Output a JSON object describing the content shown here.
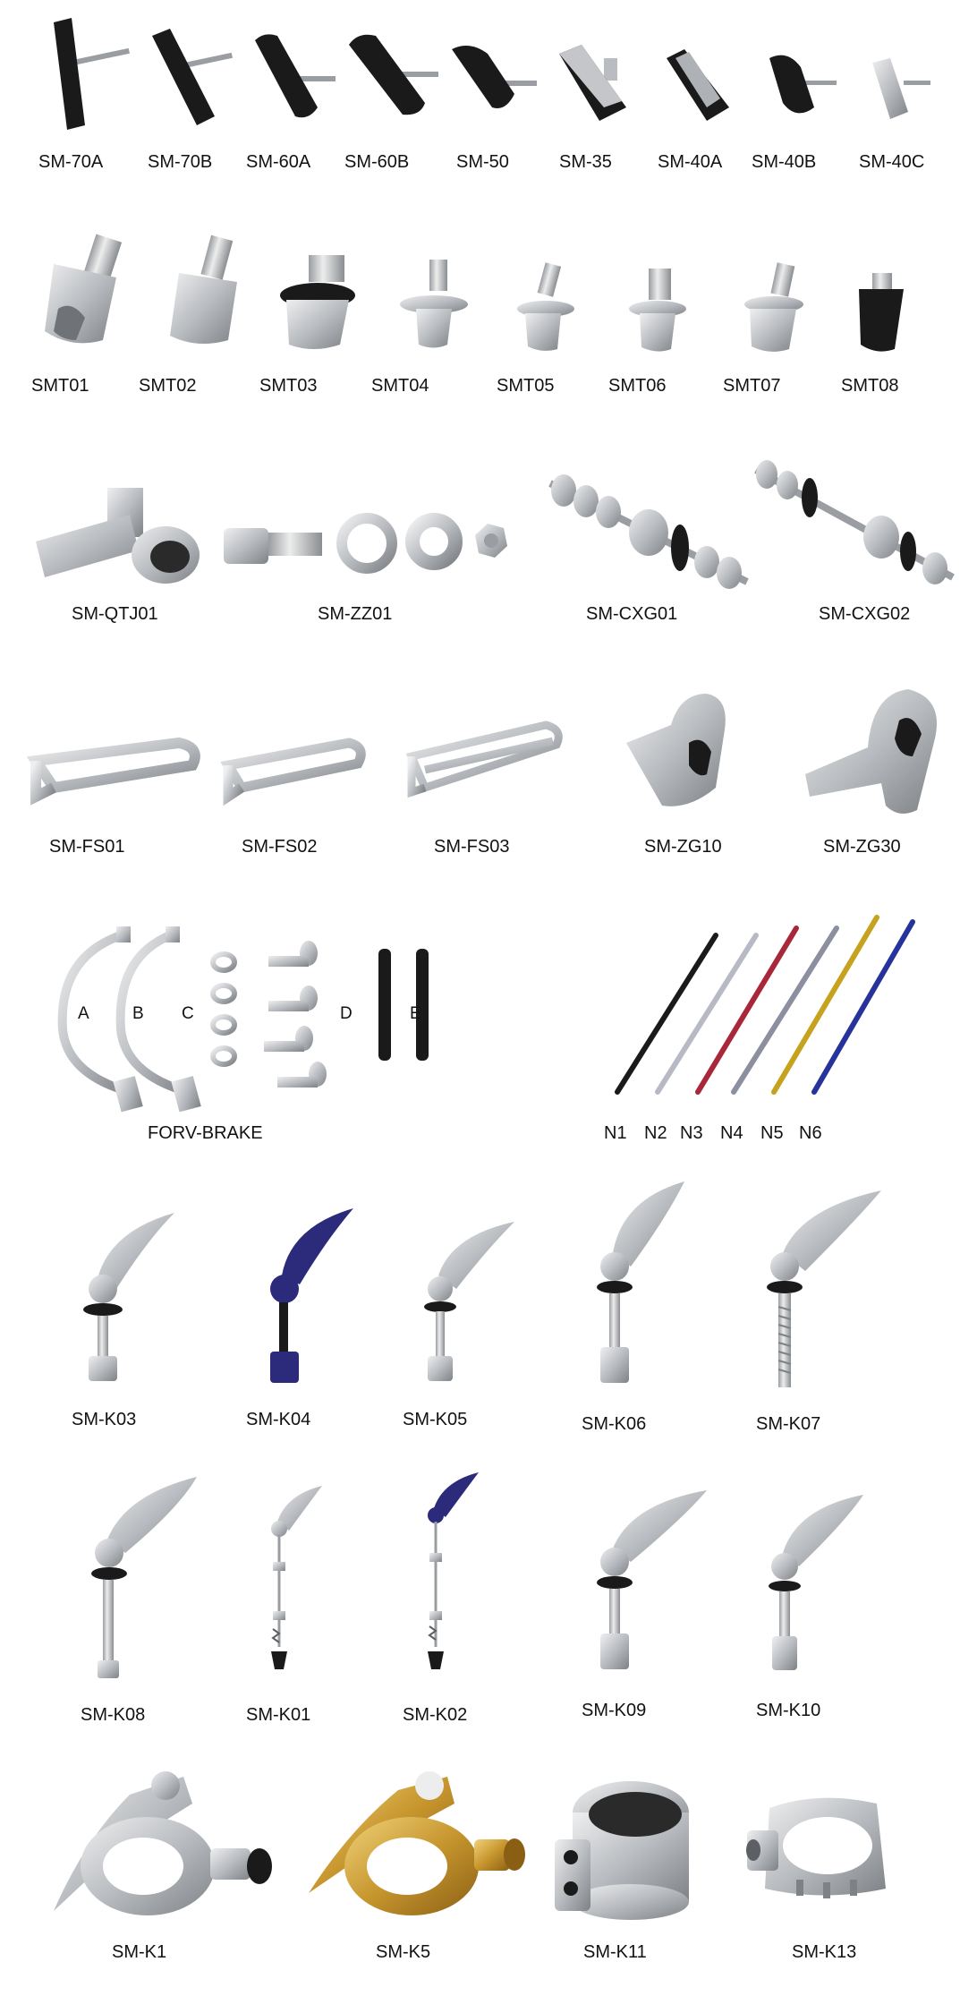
{
  "colors": {
    "metal": "#c4c6c9",
    "metal_dark": "#8b8e92",
    "metal_light": "#e9eaeb",
    "rubber": "#1a1a1a",
    "purple": "#2c2a7a",
    "gold": "#c7962e",
    "red": "#a8283a",
    "yellow": "#c7a21f",
    "blue": "#26339a",
    "gray_cable": "#8c8fa0"
  },
  "rows": {
    "r1": [
      "SM-70A",
      "SM-70B",
      "SM-60A",
      "SM-60B",
      "SM-50",
      "SM-35",
      "SM-40A",
      "SM-40B",
      "SM-40C"
    ],
    "r2": [
      "SMT01",
      "SMT02",
      "SMT03",
      "SMT04",
      "SMT05",
      "SMT06",
      "SMT07",
      "SMT08"
    ],
    "r3": [
      "SM-QTJ01",
      "SM-ZZ01",
      "SM-CXG01",
      "SM-CXG02"
    ],
    "r4": [
      "SM-FS01",
      "SM-FS02",
      "SM-FS03",
      "SM-ZG10",
      "SM-ZG30"
    ],
    "r5": {
      "forv_label": "FORV-BRAKE",
      "forv_parts": [
        "A",
        "B",
        "C",
        "D",
        "E"
      ],
      "cables": [
        "N1",
        "N2",
        "N3",
        "N4",
        "N5",
        "N6"
      ]
    },
    "r6": [
      "SM-K03",
      "SM-K04",
      "SM-K05",
      "SM-K06",
      "SM-K07"
    ],
    "r7": [
      "SM-K08",
      "SM-K01",
      "SM-K02",
      "SM-K09",
      "SM-K10"
    ],
    "r8": [
      "SM-K1",
      "SM-K5",
      "SM-K11",
      "SM-K13"
    ]
  }
}
